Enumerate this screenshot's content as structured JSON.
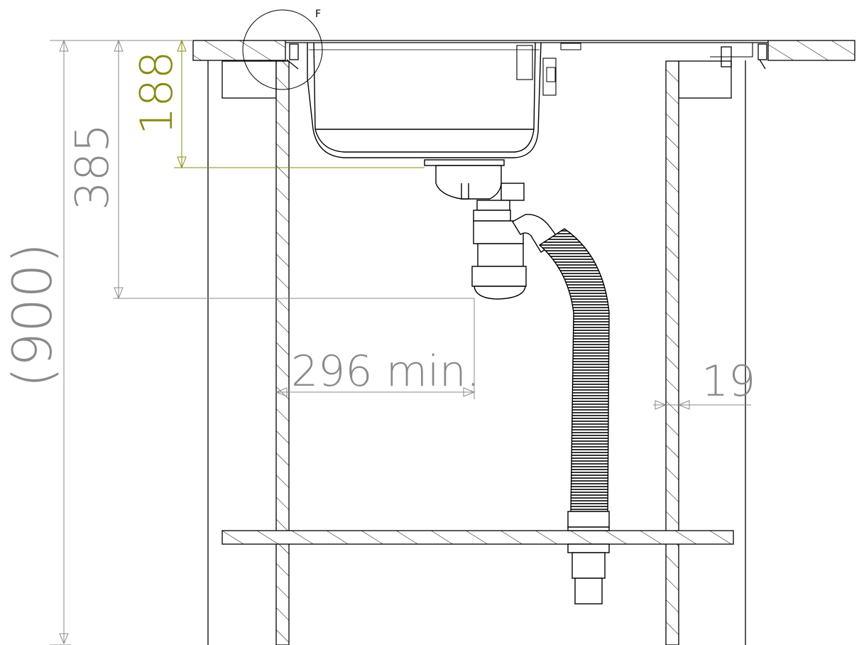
{
  "colors": {
    "line": "#000000",
    "dimension": "#8a8a8a",
    "accent_dimension": "#8a8a10",
    "background": "#ffffff"
  },
  "dimensions": {
    "cabinet_height": "(900)",
    "siphon_depth": "385",
    "bowl_depth": "188",
    "min_width": "296 min.",
    "panel_thickness": "19"
  },
  "detail": {
    "label": "F"
  }
}
